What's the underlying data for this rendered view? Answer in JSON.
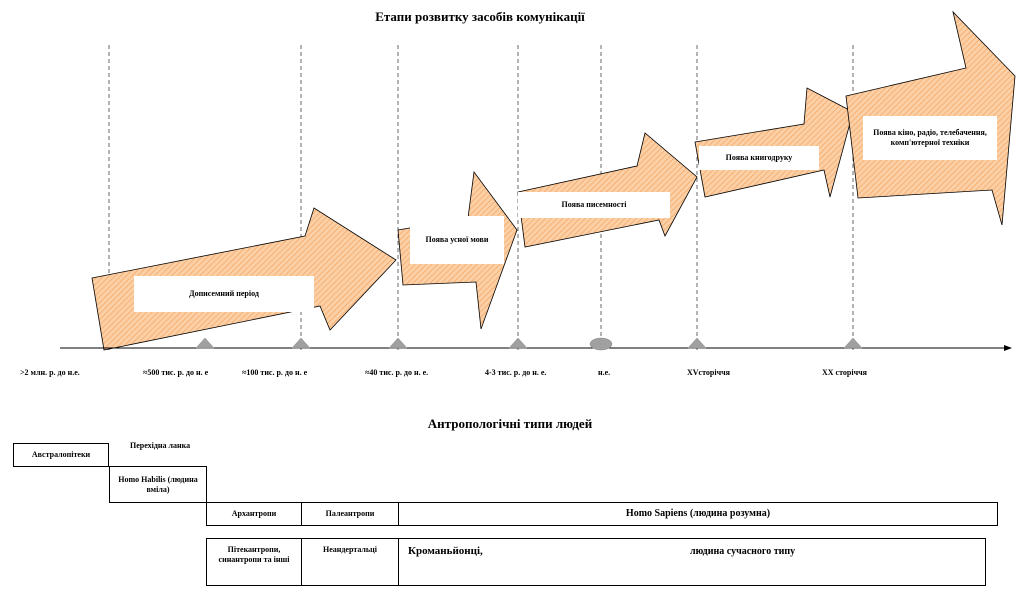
{
  "diagram": {
    "title": "Етапи розвитку засобів  комунікації",
    "subtitle": "Антропологічні типи людей",
    "colors": {
      "arrow_fill": "#fcd0a6",
      "arrow_hatch": "#f4a460",
      "stroke": "#000000",
      "dash": "#444444"
    },
    "stages": [
      {
        "label": "Дописемний період"
      },
      {
        "label": "Поява усної мови"
      },
      {
        "label": "Поява писемності"
      },
      {
        "label": "Поява книгодруку"
      },
      {
        "label": "Поява кіно, радіо, телебачення, комп'ютерної техніки"
      }
    ],
    "timeline": [
      ">2 млн. р. до н.е.",
      "≈500 тис. р. до н. е",
      "≈100 тис. р. до н. е",
      "≈40 тис. р. до н. е.",
      "4-3 тис. р. до н. е.",
      "н.е.",
      "XVсторіччя",
      "XX сторіччя"
    ],
    "types": {
      "australopithecus": "Австралопітеки",
      "transitional": "Перехідна ланка",
      "homo_habilis": "Homo Habilis (людина вміла)",
      "archanthropes": "Архантропи",
      "paleoanthropes": "Палеантропи",
      "homo_sapiens": "Homo Sapiens (людина розумна)",
      "pithecanthropes": "Пітекантропи, синантропи та інші",
      "neanderthals": "Неандертальці",
      "cromagnons": "Кроманьйонці,",
      "modern_human": "людина  сучасного типу"
    }
  }
}
